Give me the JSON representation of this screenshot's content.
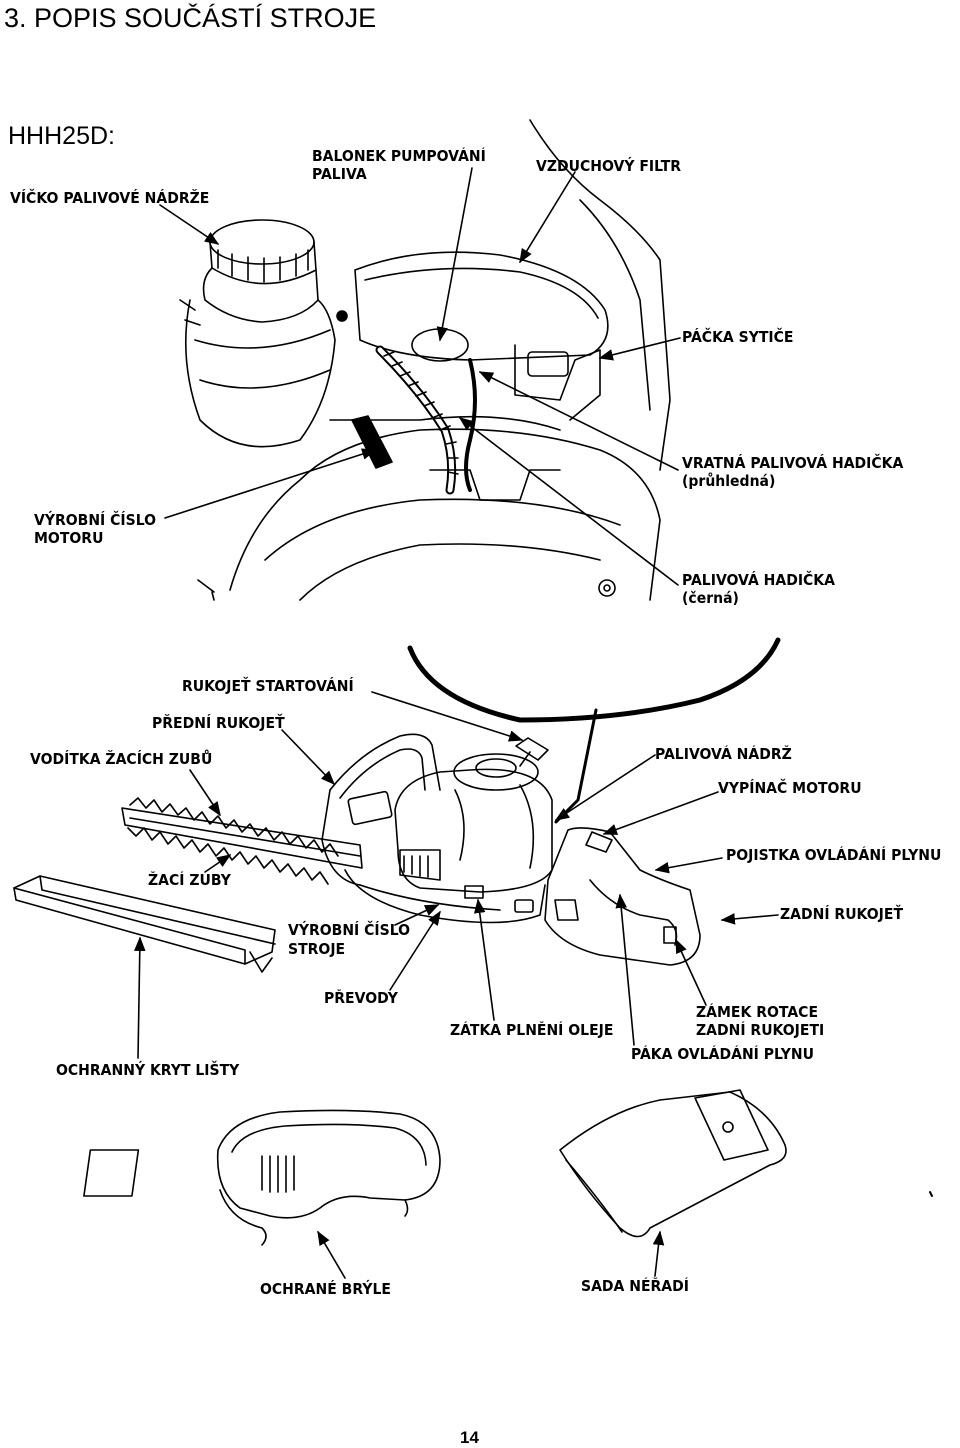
{
  "heading": "3.  POPIS SOUČÁSTÍ STROJE",
  "model": "HHH25D:",
  "labels": {
    "fuel_cap": "VÍČKO PALIVOVÉ NÁDRŽE",
    "primer_1": "BALONEK PUMPOVÁNÍ",
    "primer_2": "PALIVA",
    "air_filter": "VZDUCHOVÝ FILTR",
    "choke": "PÁČKA SYTIČE",
    "return_hose_1": "VRATNÁ PALIVOVÁ HADIČKA",
    "return_hose_2": "(průhledná)",
    "engine_serial_1": "VÝROBNÍ ČÍSLO",
    "engine_serial_2": "MOTORU",
    "fuel_hose_1": "PALIVOVÁ HADIČKA",
    "fuel_hose_2": "(černá)",
    "starter_grip": "RUKOJEŤ STARTOVÁNÍ",
    "front_handle": "PŘEDNÍ RUKOJEŤ",
    "blade_guides": "VODÍTKA ŽACÍCH ZUBŮ",
    "fuel_tank": "PALIVOVÁ NÁDRŽ",
    "engine_switch": "VYPÍNAČ MOTORU",
    "throttle_lock": "POJISTKA OVLÁDÁNÍ PLYNU",
    "cutting_teeth": "ŽACÍ ZUBY",
    "rear_handle": "ZADNÍ RUKOJEŤ",
    "machine_serial_1": "VÝROBNÍ ČÍSLO",
    "machine_serial_2": "STROJE",
    "gears": "PŘEVODY",
    "rotation_lock_1": "ZÁMEK ROTACE",
    "rotation_lock_2": "ZADNÍ RUKOJETI",
    "oil_plug": "ZÁTKA PLNĚNÍ OLEJE",
    "throttle_lever": "PÁKA OVLÁDÁNÍ PLYNU",
    "blade_cover": "OCHRANNÝ KRYT LIŠTY",
    "goggles": "OCHRANÉ BRÝLE",
    "tool_kit": "SADA NÉŘADÍ"
  },
  "page_number": "14"
}
